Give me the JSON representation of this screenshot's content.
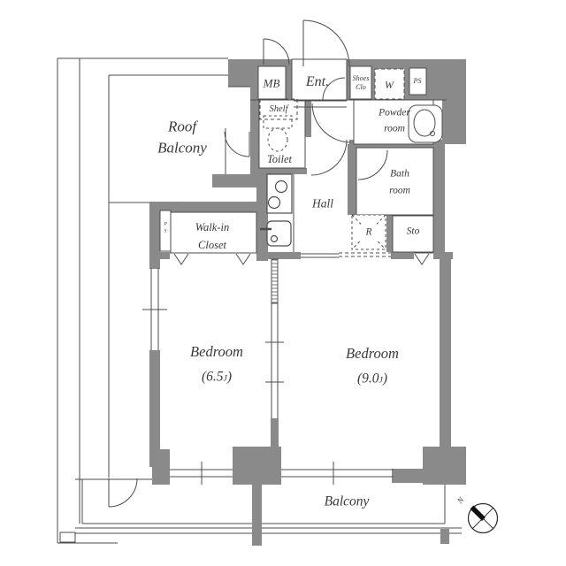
{
  "colors": {
    "wall": "#8a8a8a",
    "line": "#4c4c4c",
    "text": "#3a3a3a"
  },
  "labels": {
    "roof_balcony_line1": "Roof",
    "roof_balcony_line2": "Balcony",
    "mb": "MB",
    "ent": "Ent.",
    "shoes_line1": "Shoes",
    "shoes_line2": "Clo",
    "washer": "W",
    "ps_top": "PS",
    "shelf": "Shelf",
    "powder_line1": "Powder",
    "powder_line2": "room",
    "toilet": "Toilet",
    "bath_line1": "Bath",
    "bath_line2": "room",
    "hall": "Hall",
    "fridge": "R",
    "storage": "Sto",
    "wic_line1": "Walk-in",
    "wic_line2": "Closet",
    "ps_side_p": "P",
    "ps_side_s": "S",
    "bedroom1_name": "Bedroom",
    "bedroom1_area_prefix": "(6.5",
    "bedroom1_area_unit": "J",
    "bedroom1_area_suffix": ")",
    "bedroom2_name": "Bedroom",
    "bedroom2_area_prefix": "(9.0",
    "bedroom2_area_unit": "J",
    "bedroom2_area_suffix": ")",
    "balcony": "Balcony",
    "compass_north": "N"
  }
}
